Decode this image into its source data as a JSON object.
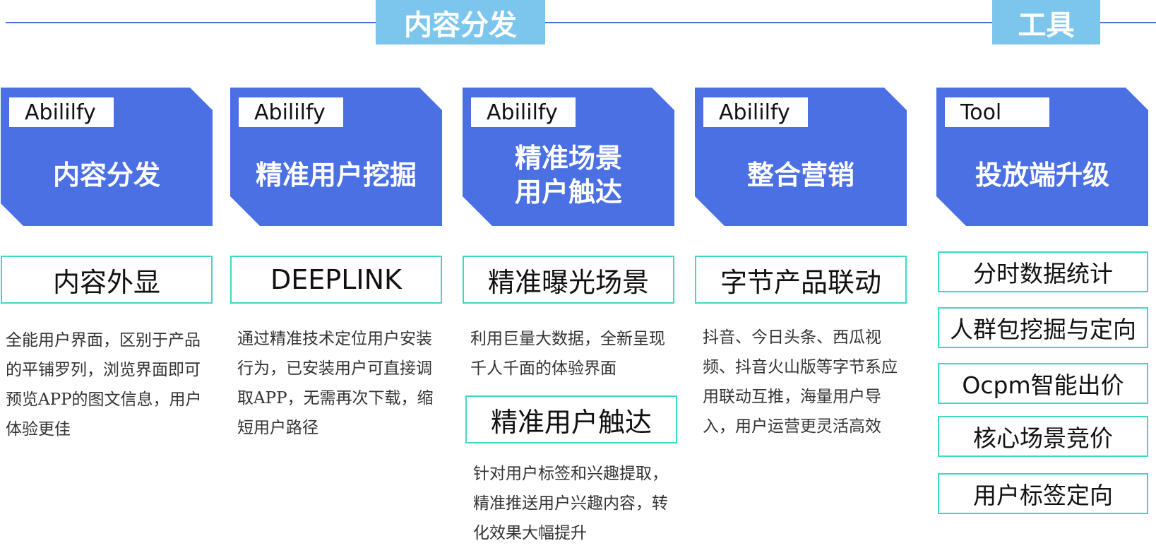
{
  "headers": {
    "content_distribution": "内容分发",
    "tools": "工具"
  },
  "cards": [
    {
      "tag": "Abililfy",
      "title": "内容分发"
    },
    {
      "tag": "Abililfy",
      "title": "精准用户挖掘"
    },
    {
      "tag": "Abililfy",
      "title": "精准场景\n用户触达"
    },
    {
      "tag": "Abililfy",
      "title": "整合营销"
    },
    {
      "tag": "Tool",
      "title": "投放端升级"
    }
  ],
  "features": [
    {
      "label": "内容外显",
      "desc": "全能用户界面，区别于产品的平铺罗列，浏览界面即可预览APP的图文信息，用户体验更佳"
    },
    {
      "label": "DEEPLINK",
      "desc": "通过精准技术定位用户安装行为，已安装用户可直接调取APP，无需再次下载，缩短用户路径"
    },
    {
      "label": "精准曝光场景",
      "desc": "利用巨量大数据，全新呈现千人千面的体验界面"
    },
    {
      "label": "字节产品联动",
      "desc": "抖音、今日头条、西瓜视频、抖音火山版等字节系应用联动互推，海量用户导入，用户运营更灵活高效"
    }
  ],
  "extra_feature": {
    "label": "精准用户触达",
    "desc": "针对用户标签和兴趣提取，精准推送用户兴趣内容，转化效果大幅提升"
  },
  "tools": [
    "分时数据统计",
    "人群包挖掘与定向",
    "Ocpm智能出价",
    "核心场景竞价",
    "用户标签定向"
  ],
  "colors": {
    "card_blue": "#4a70e3",
    "header_blue": "#7cc6ee",
    "border_teal": "#3fd8c2",
    "line_blue": "#4a6fd6"
  }
}
